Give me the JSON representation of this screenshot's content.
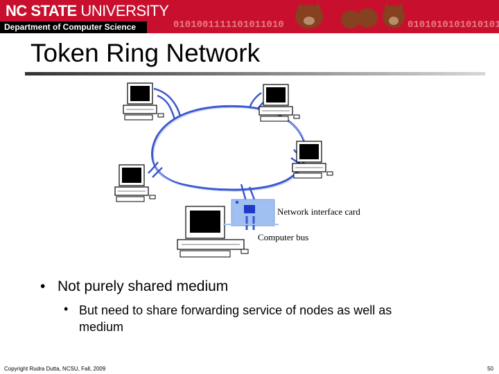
{
  "header": {
    "university_bold": "NC STATE",
    "university_thin": "UNIVERSITY",
    "department": "Department of Computer Science",
    "binary_left": "0101001111101011010",
    "binary_right": "010101010101010101"
  },
  "slide": {
    "title": "Token Ring Network"
  },
  "diagram": {
    "nic_label": "Network interface card",
    "bus_label": "Computer bus",
    "ring_color": "#3a57d0",
    "nic_color": "#9fc0f0",
    "nic_chip_color": "#1f38c8"
  },
  "bullets": [
    {
      "dot": "•",
      "text": "Not purely shared medium",
      "sub": [
        {
          "dot": "•",
          "text": "But need to share forwarding service of nodes as well as medium"
        }
      ]
    }
  ],
  "footer": {
    "copyright": "Copyright Rudra Dutta, NCSU, Fall, 2009",
    "page_number": "50"
  }
}
